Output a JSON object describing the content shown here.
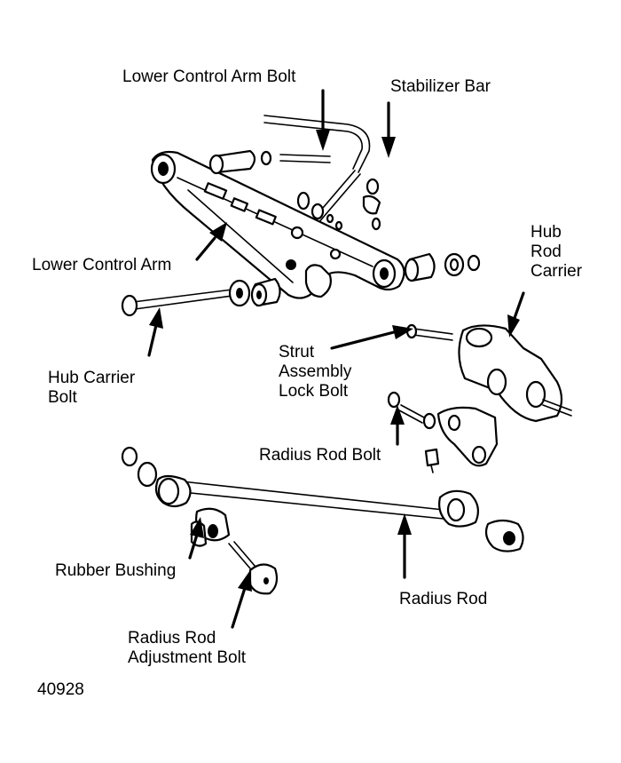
{
  "labels": {
    "lower_control_arm_bolt": "Lower Control Arm Bolt",
    "stabilizer_bar": "Stabilizer Bar",
    "hub_rod_carrier": [
      "Hub",
      "Rod",
      "Carrier"
    ],
    "lower_control_arm": "Lower Control Arm",
    "hub_carrier_bolt": [
      "Hub Carrier",
      "Bolt"
    ],
    "strut_assembly_lock_bolt": [
      "Strut",
      "Assembly",
      "Lock Bolt"
    ],
    "radius_rod_bolt": "Radius Rod Bolt",
    "rubber_bushing": "Rubber Bushing",
    "radius_rod": "Radius Rod",
    "radius_rod_adjustment_bolt": [
      "Radius Rod",
      "Adjustment Bolt"
    ]
  },
  "figure_number": "40928"
}
